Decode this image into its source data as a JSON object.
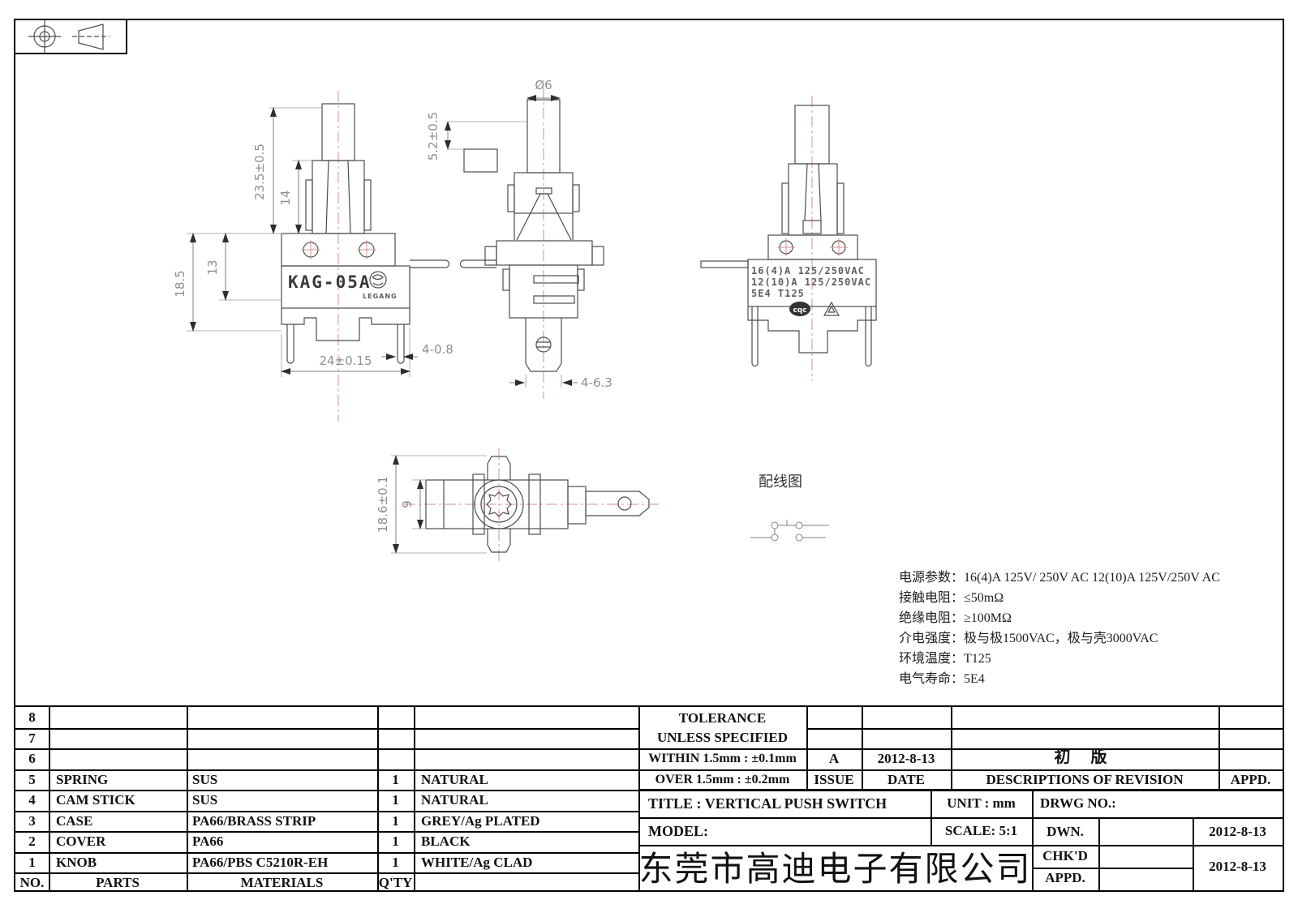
{
  "front_view": {
    "model_label": "KAG-05A",
    "logo_text": "LEGANG",
    "dim_height_total": "23.5±0.5",
    "dim_knob_height": "14",
    "dim_body_height": "18.5",
    "dim_body_upper": "13",
    "dim_width": "24±0.15",
    "dim_leg": "4-0.8"
  },
  "side_view": {
    "dim_plunger_dia": "Ø6",
    "dim_travel": "5.2±0.5",
    "dim_terminal": "4-6.3"
  },
  "back_view": {
    "rating_line1": "16(4)A 125/250VAC",
    "rating_line2": "12(10)A 125/250VAC",
    "rating_line3": "5E4  T125",
    "cert_logo": "cqc"
  },
  "top_view": {
    "dim_length": "18.6±0.1",
    "dim_inner": "9"
  },
  "wiring": {
    "title": "配线图"
  },
  "specs": {
    "line1": "电源参数：16(4)A 125V/ 250V AC   12(10)A 125V/250V AC",
    "line2": "接触电阻：≤50mΩ",
    "line3": "绝缘电阻：≥100MΩ",
    "line4": "介电强度：极与极1500VAC，极与壳3000VAC",
    "line5": "环境温度：T125",
    "line6": "电气寿命：5E4"
  },
  "parts_table": {
    "rows": [
      {
        "no": "8",
        "part": "",
        "material": "",
        "qty": "",
        "remark": ""
      },
      {
        "no": "7",
        "part": "",
        "material": "",
        "qty": "",
        "remark": ""
      },
      {
        "no": "6",
        "part": "",
        "material": "",
        "qty": "",
        "remark": ""
      },
      {
        "no": "5",
        "part": "SPRING",
        "material": "SUS",
        "qty": "1",
        "remark": "NATURAL"
      },
      {
        "no": "4",
        "part": "CAM STICK",
        "material": "SUS",
        "qty": "1",
        "remark": "NATURAL"
      },
      {
        "no": "3",
        "part": "CASE",
        "material": "PA66/BRASS STRIP",
        "qty": "1",
        "remark": "GREY/Ag PLATED"
      },
      {
        "no": "2",
        "part": "COVER",
        "material": "PA66",
        "qty": "1",
        "remark": "BLACK"
      },
      {
        "no": "1",
        "part": "KNOB",
        "material": "PA66/PBS C5210R-EH",
        "qty": "1",
        "remark": "WHITE/Ag CLAD"
      }
    ],
    "footer": {
      "no": "NO.",
      "parts": "PARTS",
      "materials": "MATERIALS",
      "qty": "Q'TY"
    }
  },
  "tolerance": {
    "title": "TOLERANCE",
    "subtitle": "UNLESS  SPECIFIED",
    "within": "WITHIN 1.5mm : ±0.1mm",
    "over": "OVER 1.5mm : ±0.2mm"
  },
  "revision": {
    "issue_value": "A",
    "date_value": "2012-8-13",
    "description_value": "初 版",
    "issue_label": "ISSUE",
    "date_label": "DATE",
    "description_label": "DESCRIPTIONS OF REVISION",
    "appd_label": "APPD."
  },
  "title_block": {
    "title_label": "TITLE :  VERTICAL PUSH SWITCH",
    "unit_label": "UNIT :  mm",
    "drwg_label": "DRWG NO.:",
    "model_label": "MODEL:",
    "scale_label": "SCALE:  5:1",
    "dwn_label": "DWN.",
    "chkd_label": "CHK'D",
    "appd_label": "APPD.",
    "dwn_date": "2012-8-13",
    "chkd_date": "2012-8-13",
    "company": "东莞市高迪电子有限公司"
  }
}
